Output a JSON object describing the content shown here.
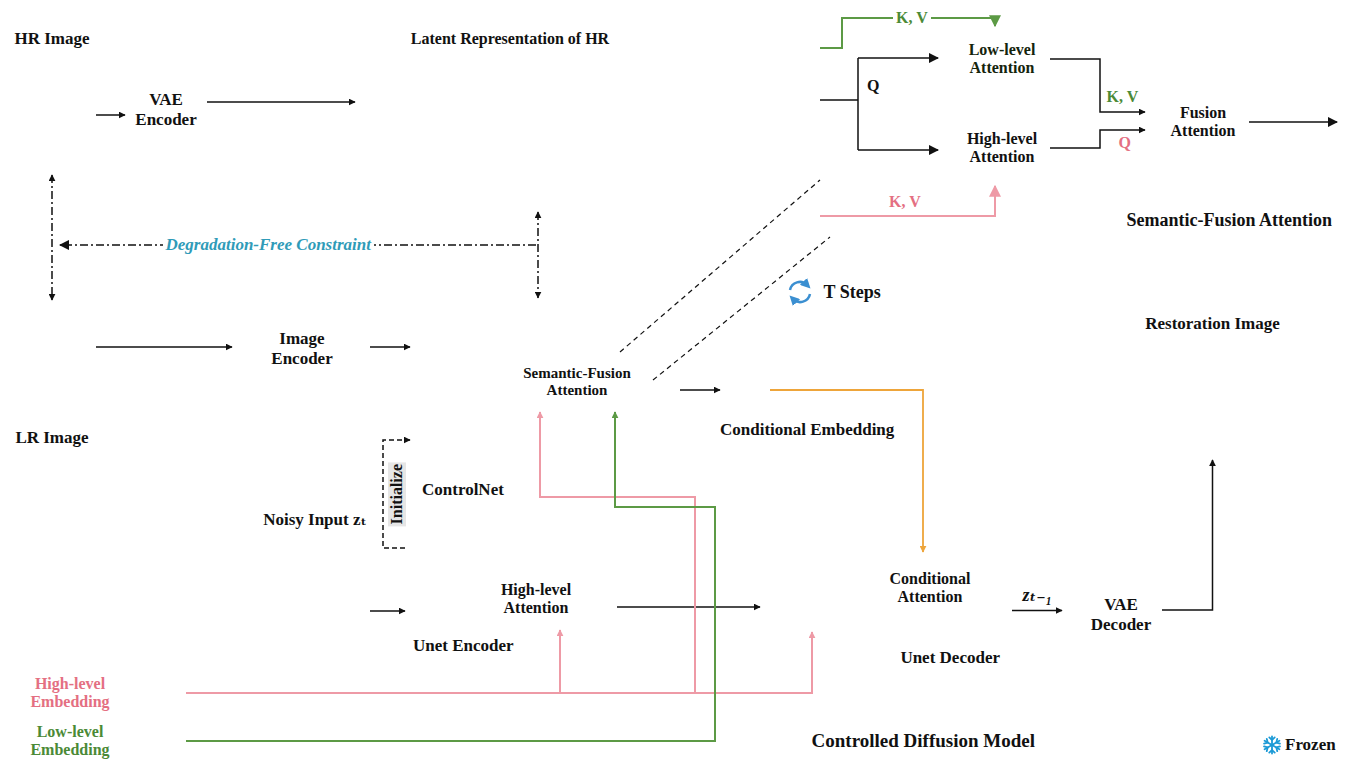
{
  "diagram": {
    "nodes": [
      {
        "text": [
          "HR Image"
        ]
      },
      {
        "text": [
          "VAE Encoder"
        ]
      },
      {
        "text": [
          "Latent Representation of HR"
        ]
      },
      {
        "text": [
          "Semantic-Fusion Attention"
        ]
      },
      {
        "text": [
          "Low-level Attention"
        ],
        "in": 3
      },
      {
        "text": [
          "High-level Attention"
        ],
        "in": 3
      },
      {
        "text": [
          "Fusion Attention"
        ],
        "in": 3
      },
      {
        "text": [
          "LR Image"
        ]
      },
      {
        "text": [
          "Controlled Diffusion Model"
        ]
      },
      {
        "text": [
          "Image Encoder"
        ],
        "in": 8
      },
      {
        "text": [
          "ControlNet"
        ],
        "in": 8
      },
      {
        "text": [
          "Semantic-Fusion Attention"
        ],
        "in": 10
      },
      {
        "text": [
          "Conditional Embedding"
        ],
        "in": 8
      },
      {
        "text": [
          "Noisy Input zₜ"
        ],
        "in": 8
      },
      {
        "text": [
          "Unet Encoder"
        ],
        "in": 8
      },
      {
        "text": [
          "High-level Attention"
        ],
        "in": 14
      },
      {
        "text": [
          "Unet Decoder"
        ],
        "in": 8
      },
      {
        "text": [
          "Conditional Attention"
        ],
        "in": 16
      },
      {
        "text": [
          "VAE Decoder"
        ]
      },
      {
        "text": [
          "Restoration Image"
        ]
      },
      {
        "text": [
          "High-level Embedding"
        ]
      },
      {
        "text": [
          "Low-level Embedding"
        ]
      }
    ],
    "edges": [
      {
        "from": 0,
        "to": 1,
        "arrow": "to"
      },
      {
        "from": 1,
        "to": 2,
        "arrow": "to"
      },
      {
        "from": 2,
        "to": 10,
        "arrow": "both"
      },
      {
        "from": 0,
        "to": 7,
        "arrow": "both"
      },
      {
        "from": 7,
        "to": 9,
        "arrow": "to"
      },
      {
        "from": 9,
        "to": 10,
        "arrow": "to"
      },
      {
        "from": 10,
        "to": 12,
        "arrow": "to"
      },
      {
        "from": 12,
        "to": 17,
        "arrow": "to"
      },
      {
        "from": 14,
        "to": 10,
        "arrow": "to",
        "label": "Initialize"
      },
      {
        "from": 13,
        "to": 14,
        "arrow": "to"
      },
      {
        "from": 14,
        "to": 16,
        "arrow": "to"
      },
      {
        "from": 16,
        "to": 18,
        "arrow": "to",
        "label": "zₜ₋₁"
      },
      {
        "from": 18,
        "to": 19,
        "arrow": "to"
      },
      {
        "from": 20,
        "to": 11,
        "arrow": "to"
      },
      {
        "from": 20,
        "to": 15,
        "arrow": "to"
      },
      {
        "from": 20,
        "to": 16,
        "arrow": "to"
      },
      {
        "from": 21,
        "to": 11,
        "arrow": "to"
      },
      {
        "from": 4,
        "to": 6,
        "arrow": "to",
        "label": "K, V"
      },
      {
        "from": 5,
        "to": 6,
        "arrow": "to",
        "label": "Q"
      },
      {
        "from": 11,
        "to": 3,
        "arrow": "none"
      },
      {
        "from": 11,
        "to": 3,
        "arrow": "none"
      }
    ],
    "labels": [
      "K, V",
      "Q",
      "K, V",
      "Degradation-Free Constraint",
      "T Steps"
    ],
    "legend": [
      {
        "text": "Frozen"
      }
    ]
  }
}
